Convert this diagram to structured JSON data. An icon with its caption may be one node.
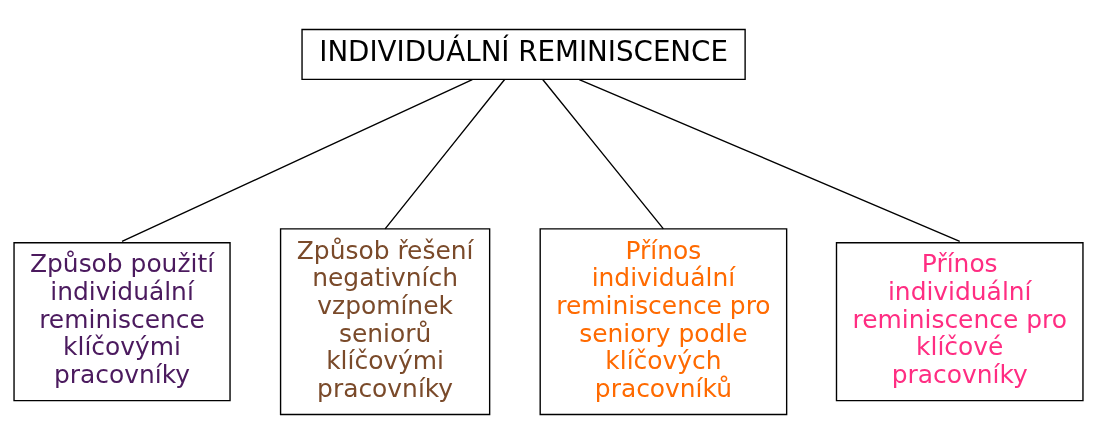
{
  "diagram": {
    "nodes": [
      {
        "text": [
          "INDIVIDUÁLNÍ REMINISCENCE"
        ]
      },
      {
        "text": [
          "Způsob použití individuální reminiscence klíčovými pracovníky"
        ]
      },
      {
        "text": [
          "Způsob řešení negativních vzpomínek seniorů klíčovými pracovníky"
        ]
      },
      {
        "text": [
          "Přínos individuální reminiscence pro seniory podle klíčových pracovníků"
        ]
      },
      {
        "text": [
          "Přínos individuální reminiscence pro klíčové pracovníky"
        ]
      }
    ],
    "edges": [
      {
        "from": 0,
        "to": 1,
        "arrow": "none"
      },
      {
        "from": 0,
        "to": 2,
        "arrow": "none"
      },
      {
        "from": 0,
        "to": 3,
        "arrow": "none"
      },
      {
        "from": 0,
        "to": 4,
        "arrow": "none"
      }
    ]
  }
}
